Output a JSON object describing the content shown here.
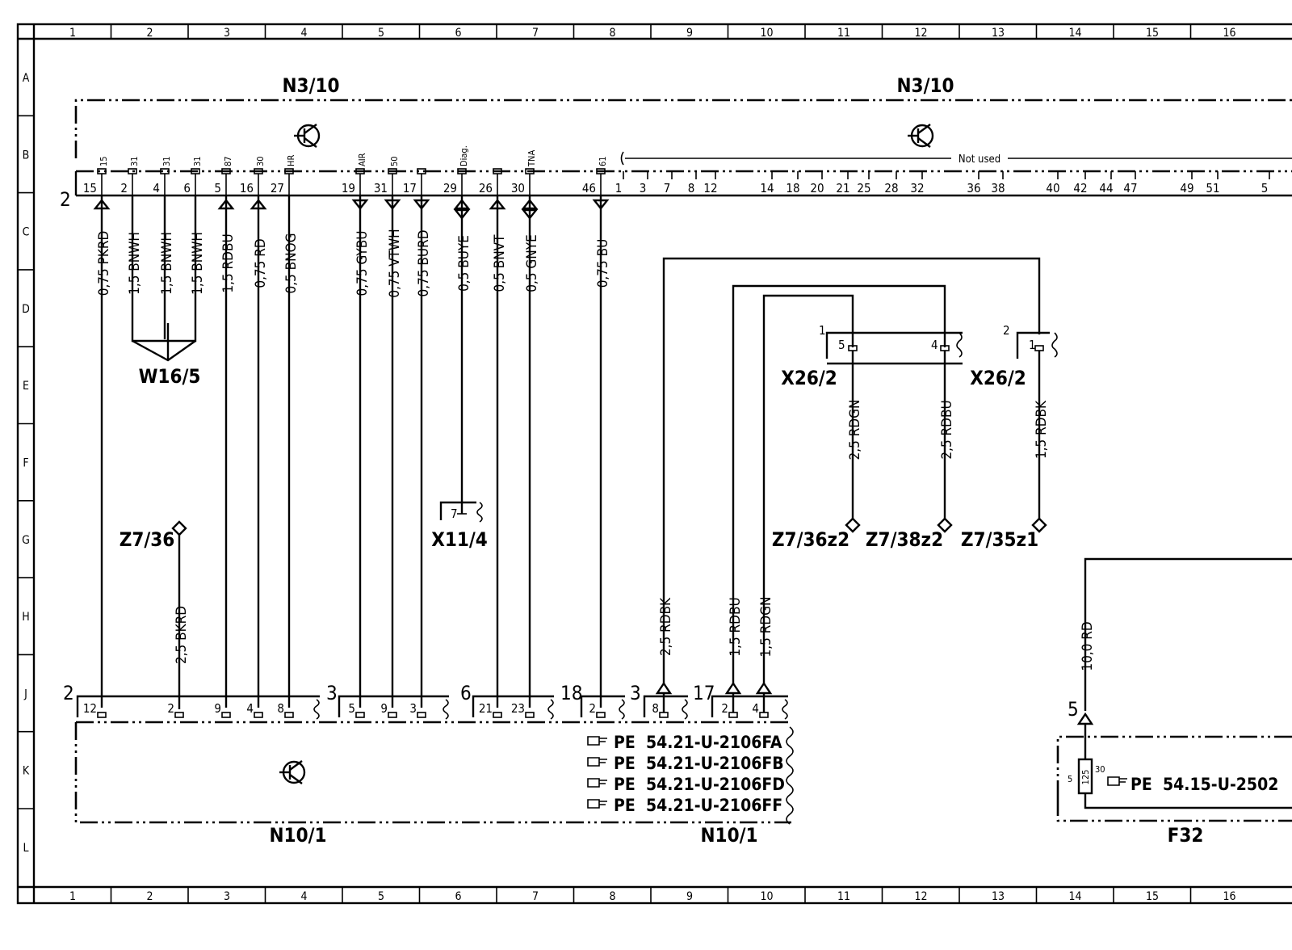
{
  "grid": {
    "columns": [
      "1",
      "2",
      "3",
      "4",
      "5",
      "6",
      "7",
      "8",
      "9",
      "10",
      "11",
      "12",
      "13",
      "14",
      "15",
      "16"
    ],
    "rows": [
      "A",
      "B",
      "C",
      "D",
      "E",
      "F",
      "G",
      "H",
      "J",
      "K",
      "L"
    ]
  },
  "components": {
    "n3_10_left": "N3/10",
    "n3_10_right": "N3/10",
    "n10_1_left": "N10/1",
    "n10_1_right": "N10/1",
    "w16_5": "W16/5",
    "z7_36": "Z7/36",
    "x11_4": "X11/4",
    "x26_2_a": "X26/2",
    "x26_2_b": "X26/2",
    "z7_36z2": "Z7/36z2",
    "z7_38z2": "Z7/38z2",
    "z7_35z1": "Z7/35z1",
    "f32": "F32"
  },
  "n3_10": {
    "connector": "2",
    "not_used": "Not used",
    "pins": [
      {
        "pin": "15",
        "sig": "15",
        "wire": "0,75 PKRD"
      },
      {
        "pin": "2",
        "sig": "31",
        "wire": "1,5 BNWH"
      },
      {
        "pin": "4",
        "sig": "31",
        "wire": "1,5 BNWH"
      },
      {
        "pin": "6",
        "sig": "31",
        "wire": "1,5 BNWH"
      },
      {
        "pin": "5",
        "sig": "87",
        "wire": "1,5 RDBU"
      },
      {
        "pin": "16",
        "sig": "30",
        "wire": "0,75 RD"
      },
      {
        "pin": "27",
        "sig": "HR",
        "wire": "0,5 BNOG"
      },
      {
        "pin": "19",
        "sig": "AIR",
        "wire": "0,75 GYBU"
      },
      {
        "pin": "31",
        "sig": "50",
        "wire": "0,75 VTWH"
      },
      {
        "pin": "17",
        "sig": "",
        "wire": "0,75 BURD"
      },
      {
        "pin": "29",
        "sig": "Diag.",
        "wire": "0,5 BUYE"
      },
      {
        "pin": "26",
        "sig": "",
        "wire": "0,5 BNVT"
      },
      {
        "pin": "30",
        "sig": "TNA",
        "wire": "0,5 GNYE"
      },
      {
        "pin": "46",
        "sig": "61",
        "wire": "0,75 BU"
      }
    ],
    "unused_pins": [
      "1",
      "3",
      "7",
      "8",
      "12",
      "14",
      "18",
      "20",
      "21",
      "25",
      "28",
      "32",
      "36",
      "38",
      "40",
      "42",
      "44",
      "47",
      "49",
      "51",
      "5"
    ]
  },
  "n10_1": {
    "connectors": [
      {
        "id": "2",
        "pins": [
          "12",
          "2",
          "9",
          "4",
          "8"
        ]
      },
      {
        "id": "3",
        "pins": [
          "5",
          "9",
          "3"
        ]
      },
      {
        "id": "6",
        "pins": [
          "21",
          "23"
        ]
      },
      {
        "id": "18",
        "pins": [
          "2"
        ]
      },
      {
        "id": "3",
        "pins": [
          "8"
        ]
      },
      {
        "id": "17",
        "pins": [
          "2",
          "4"
        ]
      }
    ],
    "references": [
      {
        "prefix": "PE",
        "code": "54.21-U-2106FA"
      },
      {
        "prefix": "PE",
        "code": "54.21-U-2106FB"
      },
      {
        "prefix": "PE",
        "code": "54.21-U-2106FD"
      },
      {
        "prefix": "PE",
        "code": "54.21-U-2106FF"
      }
    ]
  },
  "x11_4": {
    "pin": "7"
  },
  "z7_36": {
    "wire": "2,5 BKRD"
  },
  "x26_2": {
    "conn_a": "1",
    "pin_a5": "5",
    "pin_a4": "4",
    "conn_b": "2",
    "pin_b1": "1",
    "wire_5": "2,5 RDGN",
    "wire_4": "2,5 RDBU",
    "wire_1": "1,5 RDBK"
  },
  "n10_1_wires": {
    "w8": "2,5 RDBK",
    "w2": "1,5 RDBU",
    "w4": "1,5 RDGN"
  },
  "f32": {
    "connector": "5",
    "wire": "10,0 RD",
    "fuse_pin": "5",
    "fuse_rating": "125",
    "fuse_term": "30",
    "ref_prefix": "PE",
    "ref_code": "54.15-U-2502"
  }
}
